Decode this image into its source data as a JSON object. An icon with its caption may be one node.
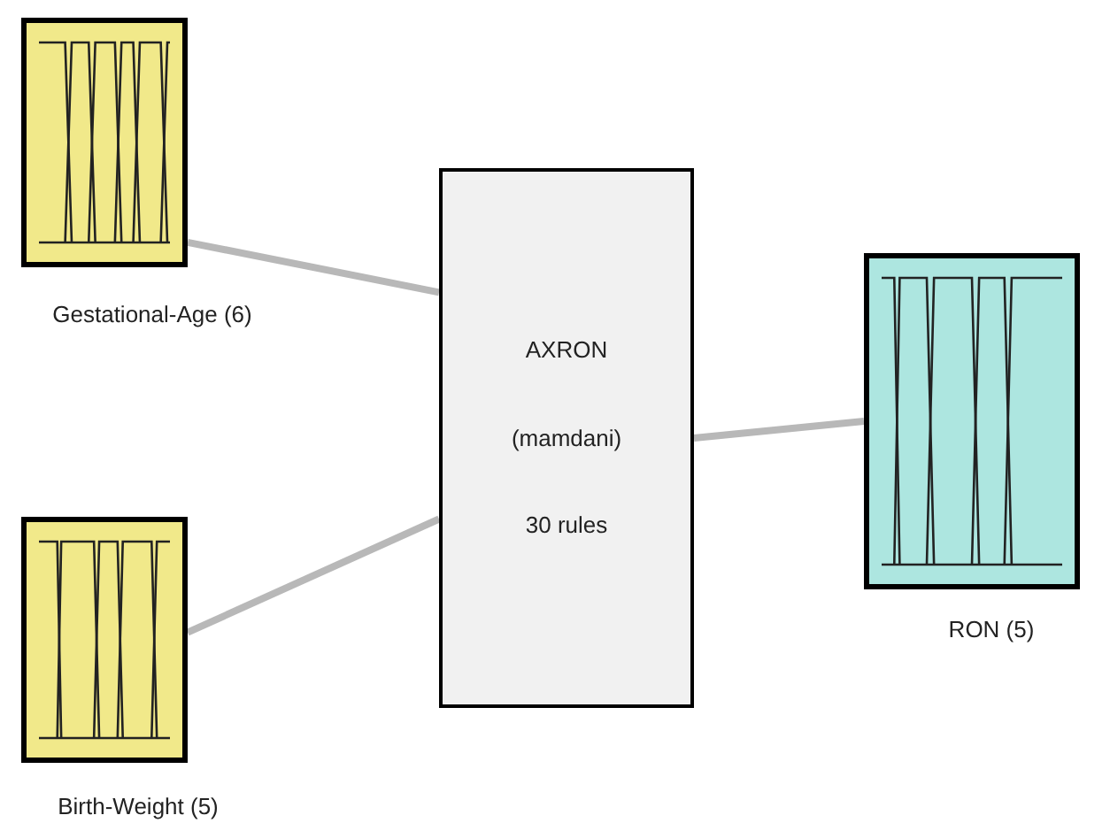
{
  "diagram": {
    "nodes": [
      {
        "text": [],
        "shape": "box",
        "beside": [
          "Gestational-Age (6)"
        ]
      },
      {
        "text": [],
        "shape": "box",
        "beside": [
          "Birth-Weight (5)"
        ]
      },
      {
        "text": [
          "AXRON",
          "(mamdani)",
          "30 rules"
        ]
      },
      {
        "text": [],
        "shape": "box",
        "beside": [
          "RON (5)"
        ]
      }
    ],
    "edges": [
      {
        "from": 0,
        "to": 2,
        "arrow": "none"
      },
      {
        "from": 1,
        "to": 2,
        "arrow": "none"
      },
      {
        "from": 2,
        "to": 3,
        "arrow": "none"
      }
    ]
  }
}
